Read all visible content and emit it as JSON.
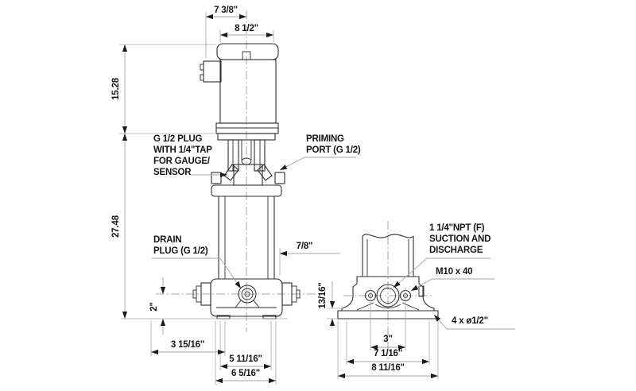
{
  "document": {
    "type": "pump-dimensional-drawing",
    "colors": {
      "outline": "#2e2e2e",
      "dimension_lines": "#a3a3a3",
      "text": "#161616",
      "background": "#ffffff"
    }
  },
  "front_view": {
    "dim_top_small": "7 3/8\"",
    "dim_top_large": "8 1/2\"",
    "dim_motor_height": "15.28",
    "dim_pump_height": "27.48",
    "dim_port_height": "2\"",
    "dim_gauge_offset": "7/8\"",
    "dim_base_1": "3 15/16\"",
    "dim_base_2": "5 11/16\"",
    "dim_base_3": "6 5/16\"",
    "label_gauge_plug": [
      "G 1/2 PLUG",
      "WITH 1/4\"TAP",
      "FOR GAUGE/",
      "SENSOR"
    ],
    "label_priming_port": [
      "PRIMING",
      "PORT (G 1/2)"
    ],
    "label_drain_plug": [
      "DRAIN",
      "PLUG (G 1/2)"
    ]
  },
  "end_view": {
    "dim_foot_height": "13/16\"",
    "dim_bolt_span": "3\"",
    "dim_mid_width": "7 1/16\"",
    "dim_overall_width": "8 11/16\"",
    "label_port": [
      "1 1/4\"NPT (F)",
      "SUCTION AND",
      "DISCHARGE"
    ],
    "label_bolt": "M10 x 40",
    "label_holes": "4 x ø1/2\""
  }
}
